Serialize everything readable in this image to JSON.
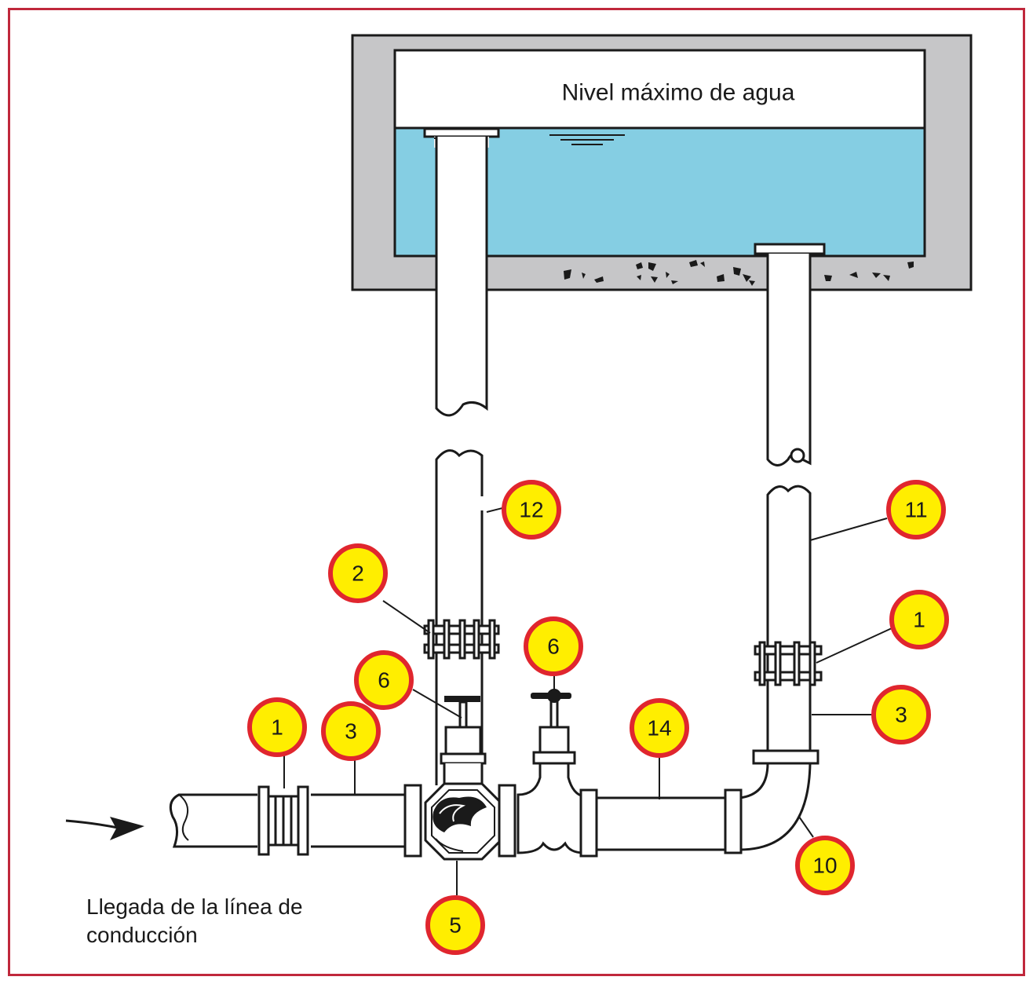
{
  "tank": {
    "label": "Nivel máximo de agua",
    "wall_color": "#c6c6c8",
    "water_color": "#85cee3"
  },
  "inlet": {
    "caption_line1": "Llegada de la línea de",
    "caption_line2": "conducción"
  },
  "badges": {
    "b1_left": "1",
    "b3_left": "3",
    "b2": "2",
    "b6_left": "6",
    "b12": "12",
    "b6_mid": "6",
    "b14": "14",
    "b5": "5",
    "b11": "11",
    "b1_right": "1",
    "b3_right": "3",
    "b10": "10"
  },
  "colors": {
    "badge_fill": "#ffee00",
    "badge_ring": "#e0262e",
    "frame": "#c0283c"
  }
}
